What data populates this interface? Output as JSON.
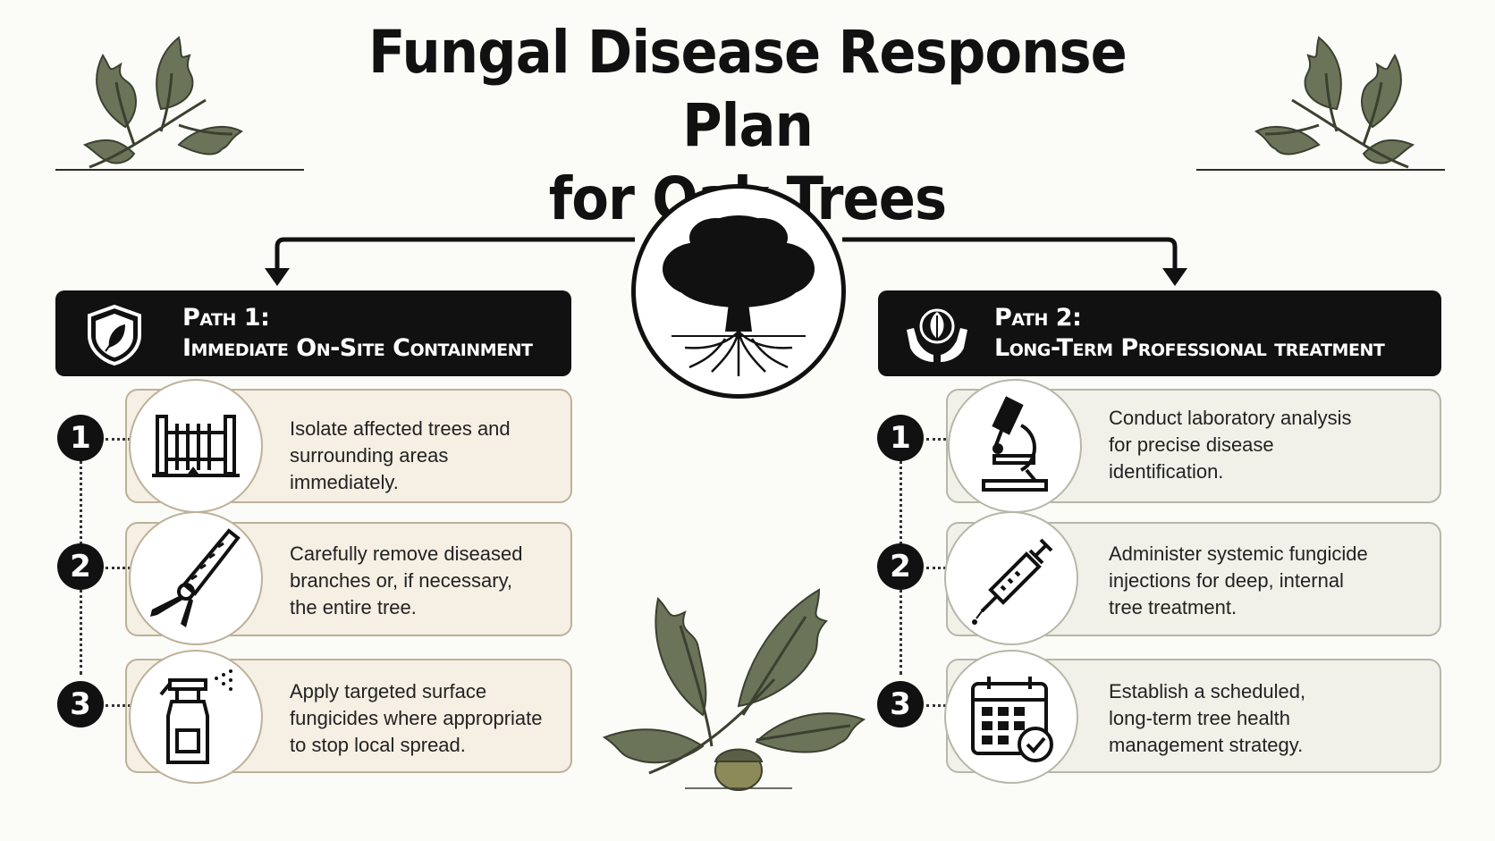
{
  "title": {
    "line1": "Fungal Disease Response Plan",
    "line2": "for Oak Trees"
  },
  "icons": {
    "top_left": "oak-leaf-sprig-icon",
    "top_right": "oak-leaf-sprig-icon",
    "center": "oak-tree-with-roots-icon",
    "bottom": "oak-leaves-and-acorn-icon"
  },
  "colors": {
    "header_bg": "#111111",
    "left_card_bg": "#f5efe4",
    "right_card_bg": "#f1f1ea",
    "card_border": "#bdb19a",
    "leaf_green": "#6b7458"
  },
  "paths": [
    {
      "label_line1": "Path 1:",
      "label_line2": "Immediate On-Site Containment",
      "icon": "shield-leaf-icon",
      "steps": [
        {
          "number": "1",
          "icon": "fence-icon",
          "text": [
            "Isolate affected trees and",
            "surrounding areas immediately."
          ]
        },
        {
          "number": "2",
          "icon": "pruning-saw-icon",
          "text": [
            "Carefully remove diseased",
            "branches or, if necessary,",
            "the entire tree."
          ]
        },
        {
          "number": "3",
          "icon": "spray-bottle-icon",
          "text": [
            "Apply targeted surface",
            "fungicides where appropriate",
            "to stop local spread."
          ]
        }
      ]
    },
    {
      "label_line1": "Path 2:",
      "label_line2": "Long-Term Professional treatment",
      "icon": "hands-leaf-icon",
      "steps": [
        {
          "number": "1",
          "icon": "microscope-icon",
          "text": [
            "Conduct laboratory analysis",
            "for precise disease",
            "identification."
          ]
        },
        {
          "number": "2",
          "icon": "syringe-icon",
          "text": [
            "Administer systemic fungicide",
            "injections for deep, internal",
            "tree treatment."
          ]
        },
        {
          "number": "3",
          "icon": "calendar-check-icon",
          "text": [
            "Establish a scheduled,",
            "long-term tree health",
            "management strategy."
          ]
        }
      ]
    }
  ]
}
